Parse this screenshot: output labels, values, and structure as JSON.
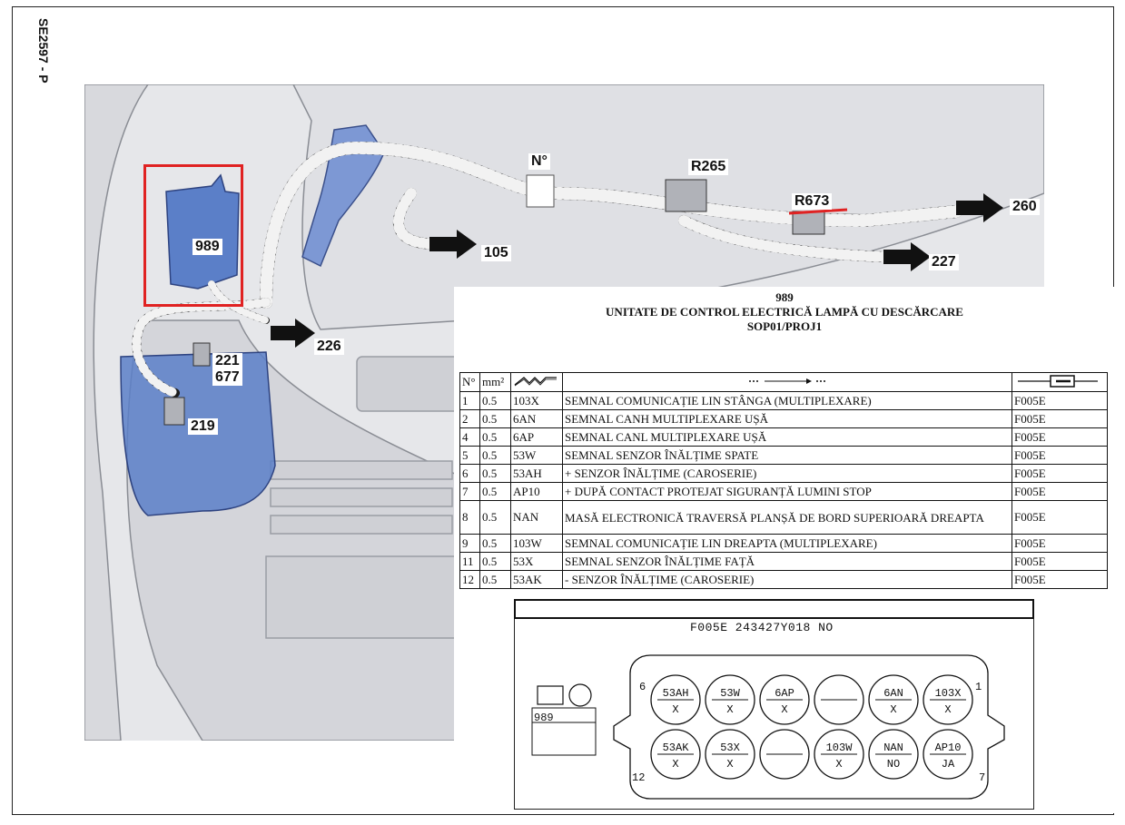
{
  "page_code": "SE2597 - P",
  "callouts": {
    "ecu": "989",
    "connector_n": "N°",
    "r265": "R265",
    "r673": "R673",
    "to_260": "260",
    "to_105": "105",
    "to_227": "227",
    "to_226": "226",
    "conn_221": "221",
    "conn_677": "677",
    "conn_219": "219"
  },
  "panel": {
    "number": "989",
    "title": "UNITATE DE CONTROL ELECTRICĂ LAMPĂ CU DESCĂRCARE",
    "subtitle": "SOP01/PROJ1"
  },
  "table": {
    "headers": [
      "N°",
      "mm²"
    ],
    "rows": [
      {
        "n": "1",
        "mm": "0.5",
        "wire": "103X",
        "desc": "SEMNAL COMUNICAȚIE LIN STÂNGA (MULTIPLEXARE)",
        "conn": "F005E"
      },
      {
        "n": "2",
        "mm": "0.5",
        "wire": "6AN",
        "desc": "SEMNAL CANH MULTIPLEXARE UȘĂ",
        "conn": "F005E"
      },
      {
        "n": "4",
        "mm": "0.5",
        "wire": "6AP",
        "desc": "SEMNAL CANL MULTIPLEXARE UȘĂ",
        "conn": "F005E"
      },
      {
        "n": "5",
        "mm": "0.5",
        "wire": "53W",
        "desc": "SEMNAL SENZOR ÎNĂLȚIME SPATE",
        "conn": "F005E"
      },
      {
        "n": "6",
        "mm": "0.5",
        "wire": "53AH",
        "desc": "+ SENZOR ÎNĂLȚIME (CAROSERIE)",
        "conn": "F005E"
      },
      {
        "n": "7",
        "mm": "0.5",
        "wire": "AP10",
        "desc": "+ DUPĂ CONTACT PROTEJAT SIGURANȚĂ LUMINI STOP",
        "conn": "F005E"
      },
      {
        "n": "8",
        "mm": "0.5",
        "wire": "NAN",
        "desc": "MASĂ ELECTRONICĂ TRAVERSĂ PLANȘĂ DE BORD SUPERIOARĂ DREAPTA",
        "conn": "F005E"
      },
      {
        "n": "9",
        "mm": "0.5",
        "wire": "103W",
        "desc": "SEMNAL COMUNICAȚIE LIN DREAPTA (MULTIPLEXARE)",
        "conn": "F005E"
      },
      {
        "n": "11",
        "mm": "0.5",
        "wire": "53X",
        "desc": "SEMNAL SENZOR ÎNĂLȚIME FAȚĂ",
        "conn": "F005E"
      },
      {
        "n": "12",
        "mm": "0.5",
        "wire": "53AK",
        "desc": "- SENZOR ÎNĂLȚIME (CAROSERIE)",
        "conn": "F005E"
      }
    ]
  },
  "connector": {
    "reference": "F005E 243427Y018 NO",
    "component": "989",
    "corner_labels": {
      "top_left": "6",
      "top_right": "1",
      "bottom_left": "12",
      "bottom_right": "7"
    },
    "top_row": [
      {
        "wire": "53AH",
        "sub": "X"
      },
      {
        "wire": "53W",
        "sub": "X"
      },
      {
        "wire": "6AP",
        "sub": "X"
      },
      {
        "wire": "",
        "sub": ""
      },
      {
        "wire": "6AN",
        "sub": "X"
      },
      {
        "wire": "103X",
        "sub": "X"
      }
    ],
    "bottom_row": [
      {
        "wire": "53AK",
        "sub": "X"
      },
      {
        "wire": "53X",
        "sub": "X"
      },
      {
        "wire": "",
        "sub": ""
      },
      {
        "wire": "103W",
        "sub": "X"
      },
      {
        "wire": "NAN",
        "sub": "NO"
      },
      {
        "wire": "AP10",
        "sub": "JA"
      }
    ]
  },
  "colors": {
    "highlight": "#e02222",
    "ecu_blue": "#5b7fc8",
    "background": "#e6e7ea"
  }
}
